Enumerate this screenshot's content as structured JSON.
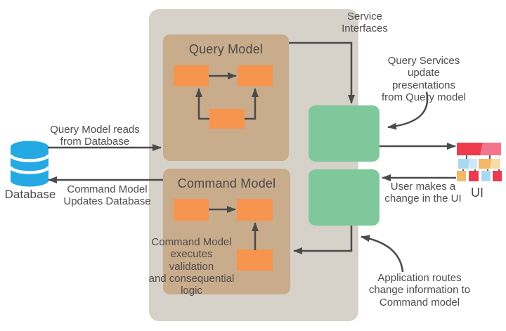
{
  "colors": {
    "container": "#D6D1C9",
    "model_box": "#C9AC8B",
    "component": "#F7944E",
    "service": "#7EC89B",
    "database": "#24A9E2",
    "line": "#4B4B4B",
    "text": "#4D4D4D",
    "ui_red": "#ED3B4D",
    "ui_pink": "#F2758B",
    "ui_blue": "#A9D9F2",
    "ui_blue_light": "#CDE9F8",
    "ui_gold": "#F2BA66",
    "ui_gold_light": "#F8DCA4"
  },
  "icons": {
    "database": "database-cylinder-icon",
    "ui": "ui-wireframe-icon"
  },
  "query_model": {
    "title": "Query Model"
  },
  "command_model": {
    "title": "Command Model",
    "note_lines": [
      "Command Model",
      "executes validation",
      "and consequential",
      "logic"
    ]
  },
  "labels": {
    "service_interfaces": {
      "lines": [
        "Service",
        "Interfaces"
      ]
    },
    "database": "Database",
    "ui": "UI"
  },
  "annotations": {
    "query_reads": {
      "lines": [
        "Query Model reads",
        "from Database"
      ]
    },
    "command_updates": {
      "lines": [
        "Command Model",
        "Updates Database"
      ]
    },
    "query_services": {
      "lines": [
        "Query Services",
        "update presentations",
        "from Query model"
      ]
    },
    "user_change": {
      "lines": [
        "User makes a",
        "change in the UI"
      ]
    },
    "app_routes": {
      "lines": [
        "Application routes",
        "change information to",
        "Command model"
      ]
    }
  }
}
